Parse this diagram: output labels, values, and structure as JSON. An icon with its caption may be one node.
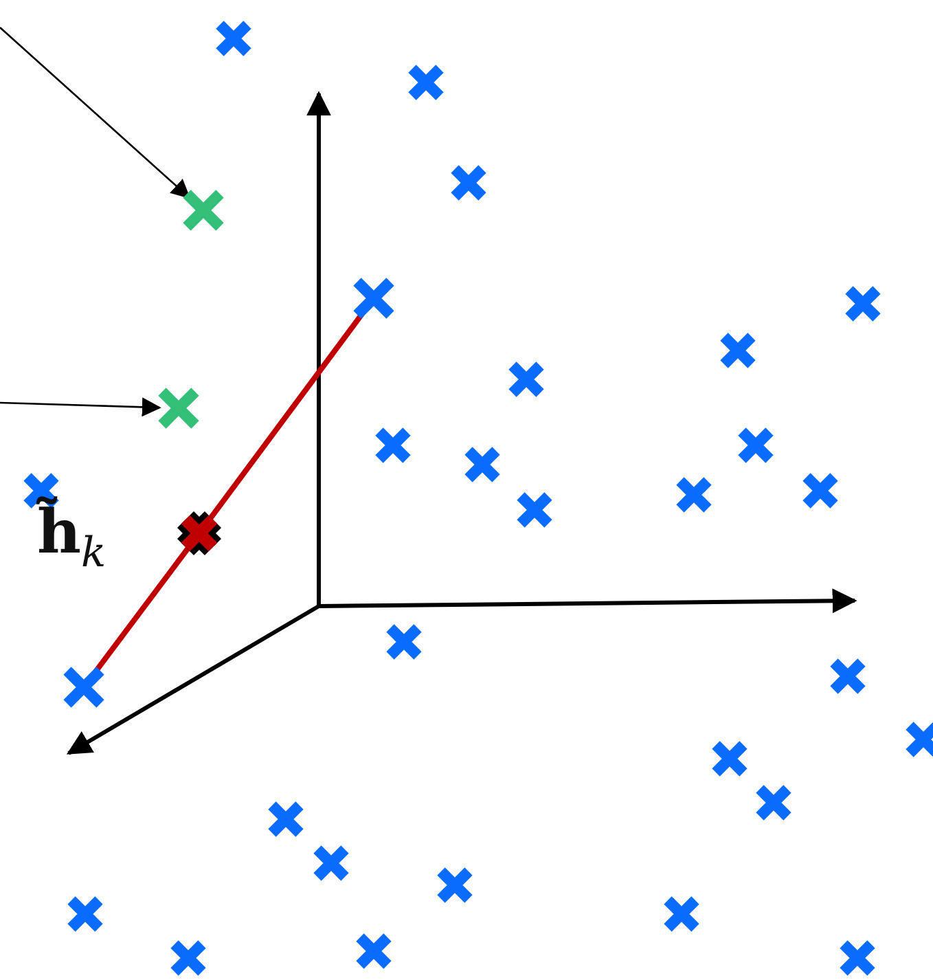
{
  "diagram": {
    "nodes": [
      {
        "text": [],
        "shape": "cross"
      },
      {
        "text": [],
        "shape": "cross"
      },
      {
        "text": [],
        "shape": "cross"
      },
      {
        "text": [],
        "shape": "cross",
        "beside": [
          "**h̃**$_{k}$"
        ]
      },
      {
        "text": [],
        "shape": "cross"
      }
    ],
    "edges": [
      {
        "from": null,
        "to": 0,
        "arrow": "to"
      },
      {
        "from": null,
        "to": 1,
        "arrow": "to"
      },
      {
        "from": 2,
        "to": 3,
        "arrow": "none",
        "style": "thick",
        "color": "#c00000"
      },
      {
        "from": 3,
        "to": 4,
        "arrow": "none",
        "style": "thick",
        "color": "#c00000"
      }
    ]
  }
}
